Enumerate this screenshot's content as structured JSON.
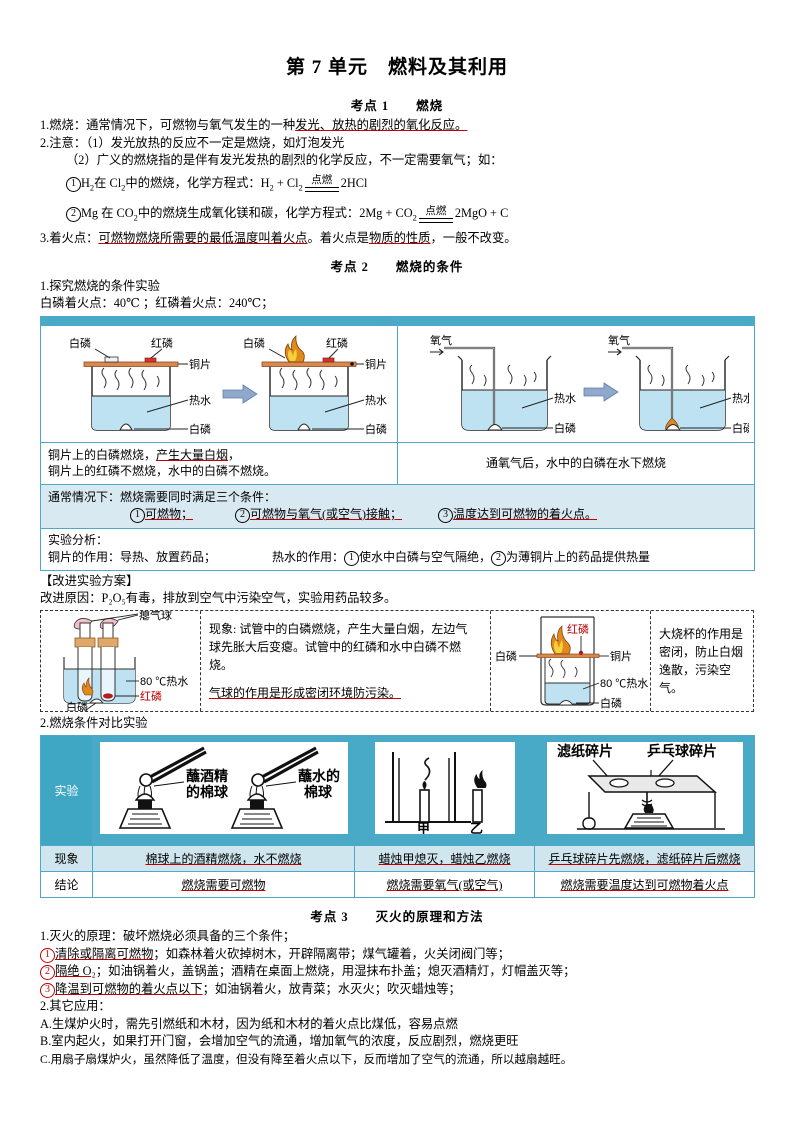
{
  "doc": {
    "title": "第 7 单元　燃料及其利用"
  },
  "k1": {
    "heading": "考点 1　　燃烧",
    "l1_pre": "1.燃烧：通常情况下，可燃物与氧气发生的一种",
    "l1_u1": "发光、放热的剧烈的氧化反应。",
    "l2": "2.注意：（1）发光放热的反应不一定是燃烧，如灯泡发光",
    "l3": "（2）广义的燃烧指的是伴有发光发热的剧烈的化学反应，不一定需要氧气；如：",
    "eq1_pre": "H",
    "eq1_text": "在 Cl",
    "eq1_mid": "中的燃烧，化学方程式：H",
    "eq1_cond": "点燃",
    "eq1_right": "2HCl",
    "eq2_text": "Mg 在 CO",
    "eq2_mid": "中的燃烧生成氧化镁和碳，化学方程式：2Mg + CO",
    "eq2_cond": "点燃",
    "eq2_right": "2MgO + C",
    "l4_pre": "3.着火点：",
    "l4_u1": "可燃物燃烧所需要的最低温度叫着火点",
    "l4_mid": "。着火点是",
    "l4_u2": "物质的性质",
    "l4_end": "，一般不改变。"
  },
  "k2": {
    "heading": "考点 2　　燃烧的条件",
    "sub1": "1.探究燃烧的条件实验",
    "ignite": "白磷着火点：40℃ ；红磷着火点：240℃；",
    "left_diagram": {
      "label_baihuang": "白磷",
      "label_honglin": "红磷",
      "label_tongpian": "铜片",
      "label_reshui": "热水",
      "label_baihuang2": "白磷"
    },
    "right_diagram": {
      "label_yangqi": "氧气",
      "label_reshui": "热水",
      "label_baihuang": "白磷"
    },
    "cap_left_l1": "铜片上的白磷燃烧，",
    "cap_left_l1u": "产生大量白烟",
    "cap_left_l1end": "，",
    "cap_left_l2": "铜片上的红磷不燃烧，水中的白磷不燃烧。",
    "cap_right": "通氧气后，水中的白磷在水下燃烧",
    "cond_title": "通常情况下：燃烧需要同时满足三个条件：",
    "cond1": "可燃物；",
    "cond2": "可燃物与氧气(或空气)接触；",
    "cond3": "温度达到可燃物的着火点。",
    "ana_title": "实验分析：",
    "ana_copper": "铜片的作用：导热、放置药品；",
    "ana_water_label": "热水的作用：",
    "ana_water1": "使水中白磷与空气隔绝，",
    "ana_water2": "为薄铜片上的药品提供热量",
    "improve_title": "【改进实验方案】",
    "improve_reason": "改进原因：P₂O₅有毒，排放到空气中污染空气，实验用药品较多。",
    "imp_left": {
      "label_qiqiu": "瘪气球",
      "label_reshui": "80 ℃热水",
      "label_honglin": "红磷",
      "label_baihuang": "白磷"
    },
    "imp_text_l1": "现象: 试管中的白磷燃烧，产生大量白烟，左边气",
    "imp_text_l2": "球先胀大后变瘪。试管中的红磷和水中白磷不燃烧。",
    "imp_text_u": "气球的作用是形成密闭环境防污染。",
    "imp_right": {
      "label_honglin": "红磷",
      "label_baihuang": "白磷",
      "label_tongpian": "铜片",
      "label_reshui": "80 ℃热水",
      "label_baihuang2": "白磷"
    },
    "imp_right_text": "大烧杯的作用是密闭，防止白烟逸散，污染空气。",
    "sub2": "2.燃烧条件对比实验",
    "table": {
      "row_labels": [
        "实验",
        "现象",
        "结论"
      ],
      "img1_label1": "蘸酒精的棉球",
      "img1_label2": "蘸水的棉球",
      "img2_label1": "甲",
      "img2_label2": "乙",
      "img3_label1": "滤纸碎片",
      "img3_label2": "乒乓球碎片",
      "phenomena": [
        "棉球上的酒精燃烧，水不燃烧",
        "蜡烛甲熄灭，蜡烛乙燃烧",
        "乒乓球碎片先燃烧，滤纸碎片后燃烧"
      ],
      "conclusions": [
        "燃烧需要可燃物",
        "燃烧需要氧气(或空气)",
        "燃烧需要温度达到可燃物着火点"
      ]
    }
  },
  "k3": {
    "heading": "考点 3　　灭火的原理和方法",
    "l1": "1.灭火的原理：破坏燃烧必须具备的三个条件；",
    "i1_u": "清除或隔离可燃物",
    "i1_rest": "；如森林着火砍掉树木，开辟隔离带；煤气罐着，火关闭阀门等；",
    "i2_u": "隔绝 O₂",
    "i2_rest": "；如油锅着火，盖锅盖；酒精在桌面上燃烧，用湿抹布扑盖；熄灭酒精灯，灯帽盖灭等；",
    "i3_u": "降温到可燃物的着火点以下",
    "i3_rest": "；如油锅着火，放青菜；水灭火；吹灭蜡烛等；",
    "l2": "2.其它应用：",
    "a": "A.生煤炉火时，需先引燃纸和木材，因为纸和木材的着火点比煤低，容易点燃",
    "b": "B.室内起火，如果打开门窗，会增加空气的流通，增加氧气的浓度，反应剧烈，燃烧更旺",
    "c": "C.用扇子扇煤炉火，虽然降低了温度，但没有降至着火点以下，反而增加了空气的流通，所以越扇越旺。"
  },
  "colors": {
    "teal_band": "#4aa9c6",
    "teal_header": "#3fa6c4",
    "light_blue": "#cfe6ef",
    "cond_blue": "#d8e9f2",
    "red": "#c00000",
    "water": "#bfe2f2"
  }
}
